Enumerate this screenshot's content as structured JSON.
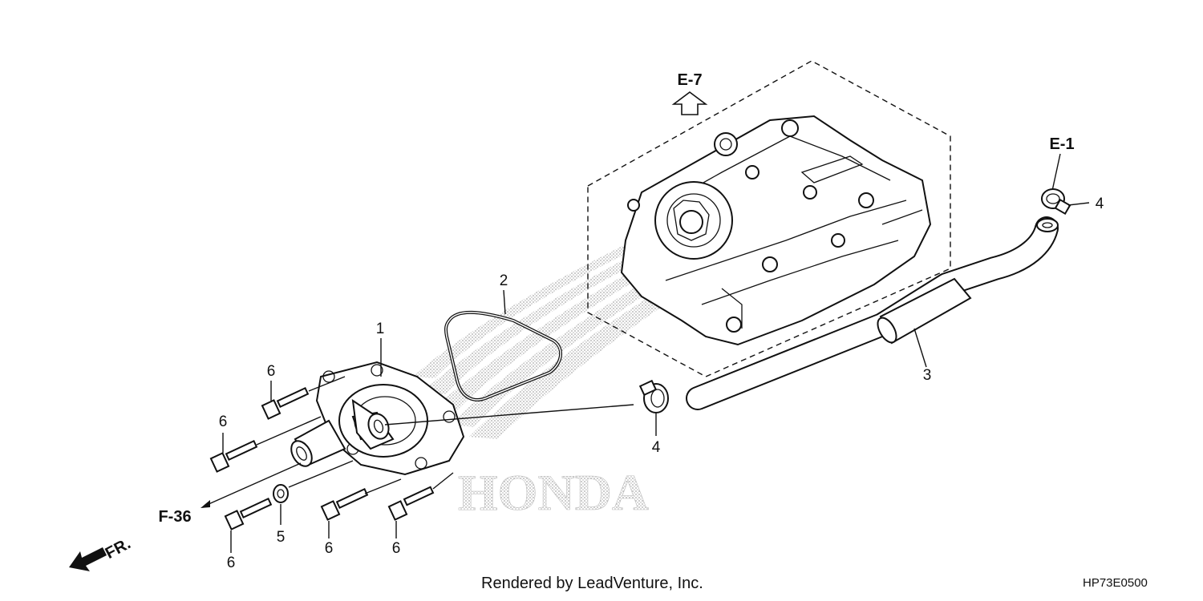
{
  "labels": {
    "part_1": "1",
    "part_2": "2",
    "part_3": "3",
    "part_4_top": "4",
    "part_4_mid": "4",
    "part_5": "5",
    "part_6_a": "6",
    "part_6_b": "6",
    "part_6_c": "6",
    "part_6_d": "6",
    "part_6_e": "6"
  },
  "refs": {
    "e7": "E-7",
    "e1": "E-1",
    "f36": "F-36",
    "front": "FR."
  },
  "watermark": "HONDA",
  "footer": {
    "credit": "Rendered by LeadVenture, Inc.",
    "code": "HP73E0500"
  }
}
